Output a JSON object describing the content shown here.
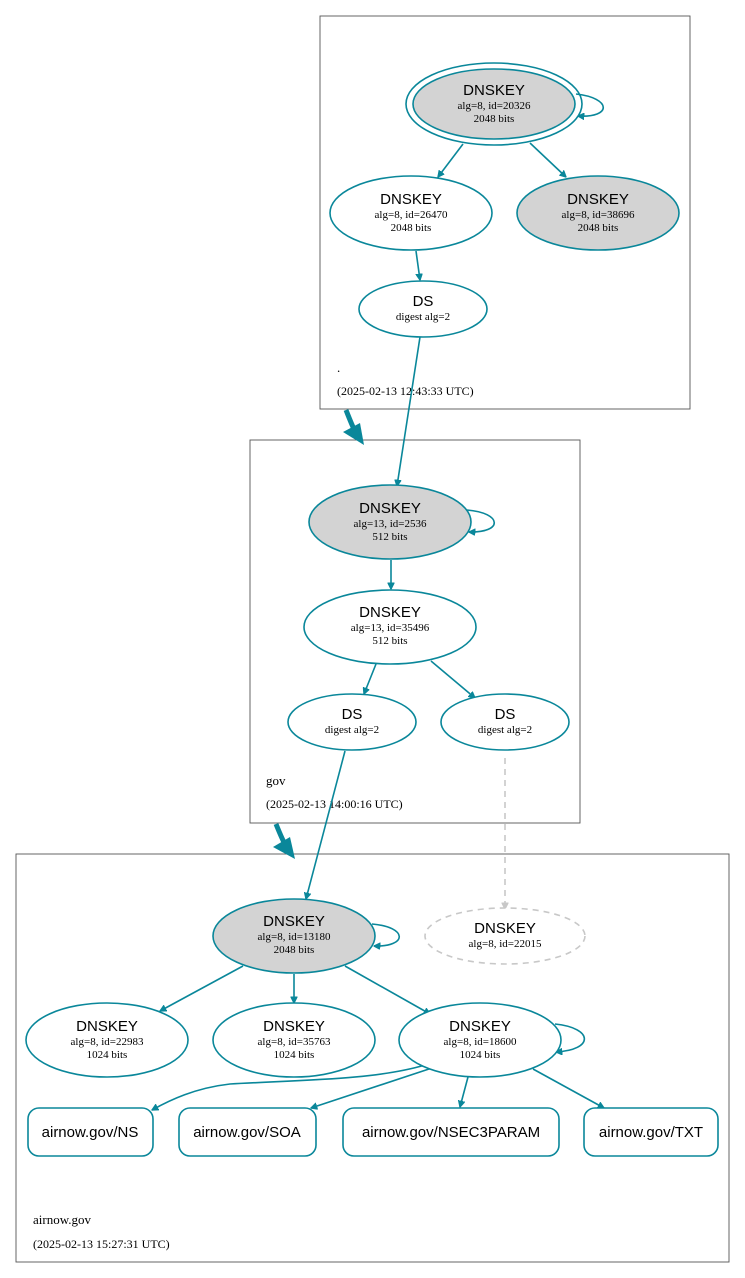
{
  "zones": {
    "root": {
      "name": ".",
      "timestamp": "(2025-02-13 12:43:33 UTC)"
    },
    "gov": {
      "name": "gov",
      "timestamp": "(2025-02-13 14:00:16 UTC)"
    },
    "airnow": {
      "name": "airnow.gov",
      "timestamp": "(2025-02-13 15:27:31 UTC)"
    }
  },
  "nodes": {
    "root_ksk": {
      "title": "DNSKEY",
      "line1": "alg=8, id=20326",
      "line2": "2048 bits"
    },
    "root_zsk": {
      "title": "DNSKEY",
      "line1": "alg=8, id=26470",
      "line2": "2048 bits"
    },
    "root_key3": {
      "title": "DNSKEY",
      "line1": "alg=8, id=38696",
      "line2": "2048 bits"
    },
    "root_ds": {
      "title": "DS",
      "line1": "digest alg=2"
    },
    "gov_ksk": {
      "title": "DNSKEY",
      "line1": "alg=13, id=2536",
      "line2": "512 bits"
    },
    "gov_zsk": {
      "title": "DNSKEY",
      "line1": "alg=13, id=35496",
      "line2": "512 bits"
    },
    "gov_ds1": {
      "title": "DS",
      "line1": "digest alg=2"
    },
    "gov_ds2": {
      "title": "DS",
      "line1": "digest alg=2"
    },
    "air_ksk": {
      "title": "DNSKEY",
      "line1": "alg=8, id=13180",
      "line2": "2048 bits"
    },
    "air_missing": {
      "title": "DNSKEY",
      "line1": "alg=8, id=22015"
    },
    "air_k1": {
      "title": "DNSKEY",
      "line1": "alg=8, id=22983",
      "line2": "1024 bits"
    },
    "air_k2": {
      "title": "DNSKEY",
      "line1": "alg=8, id=35763",
      "line2": "1024 bits"
    },
    "air_k3": {
      "title": "DNSKEY",
      "line1": "alg=8, id=18600",
      "line2": "1024 bits"
    }
  },
  "records": {
    "ns": "airnow.gov/NS",
    "soa": "airnow.gov/SOA",
    "nsec3param": "airnow.gov/NSEC3PARAM",
    "txt": "airnow.gov/TXT"
  },
  "colors": {
    "edge": "#0a879a",
    "ksk_fill": "#d3d3d3",
    "missing": "#c8c8c8",
    "zone_border": "#555555"
  }
}
